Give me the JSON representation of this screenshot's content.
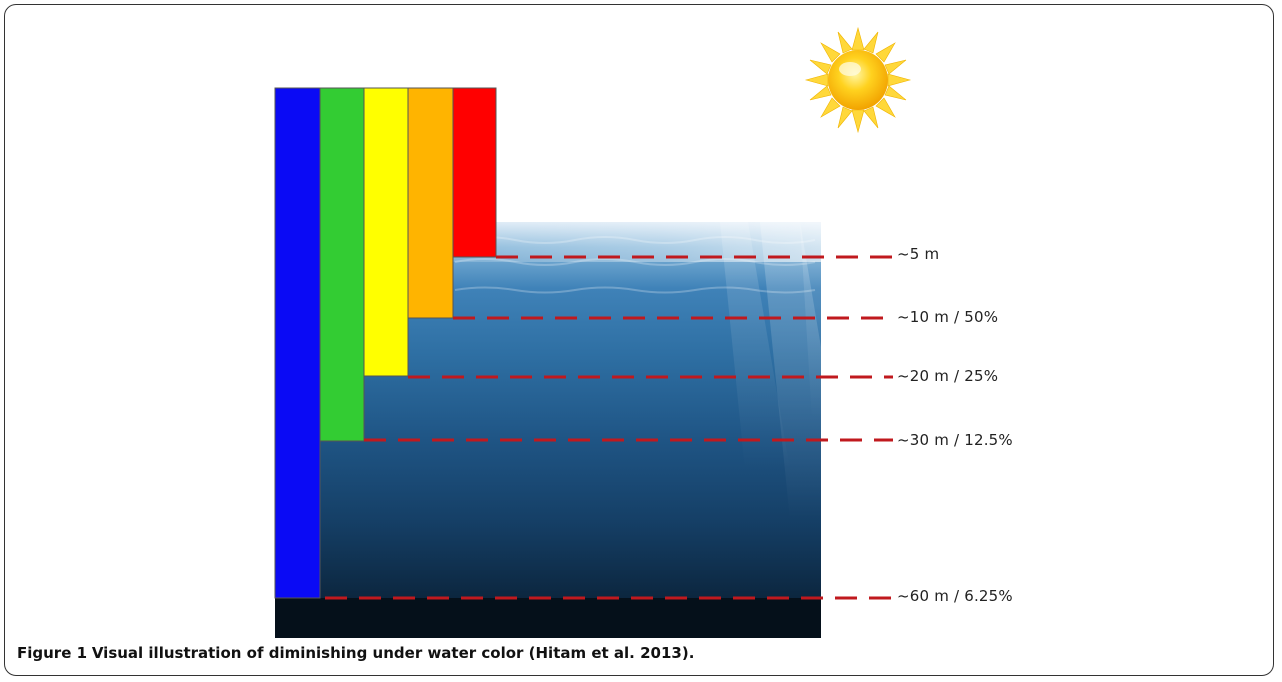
{
  "figure": {
    "caption_number": "Figure 1",
    "caption_text": "Visual illustration of diminishing under water color (Hitam et al. 2013).",
    "depth_labels": [
      "~5 m",
      "~10 m / 50%",
      "~20 m / 25%",
      "~30 m / 12.5%",
      "~60 m / 6.25%"
    ],
    "colors": {
      "blue": "#0A0AF5",
      "green": "#33CC33",
      "yellow": "#FFFF00",
      "orange": "#FFB400",
      "red": "#FF0000",
      "dashed_line": "#C0191E"
    },
    "icons": [
      "sun-icon"
    ]
  }
}
